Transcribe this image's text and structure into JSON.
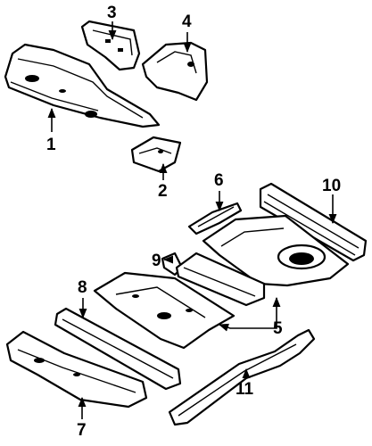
{
  "diagram": {
    "type": "exploded-parts-diagram",
    "callouts": [
      {
        "id": "c1",
        "label": "1",
        "icon": "arrow-icon"
      },
      {
        "id": "c2",
        "label": "2",
        "icon": "arrow-icon"
      },
      {
        "id": "c3",
        "label": "3",
        "icon": "arrow-icon"
      },
      {
        "id": "c4",
        "label": "4",
        "icon": "arrow-icon"
      },
      {
        "id": "c5",
        "label": "5",
        "icon": "arrow-icon"
      },
      {
        "id": "c6",
        "label": "6",
        "icon": "arrow-icon"
      },
      {
        "id": "c7",
        "label": "7",
        "icon": "arrow-icon"
      },
      {
        "id": "c8",
        "label": "8",
        "icon": "arrow-icon"
      },
      {
        "id": "c9",
        "label": "9",
        "icon": "arrow-icon"
      },
      {
        "id": "c10",
        "label": "10",
        "icon": "arrow-icon"
      },
      {
        "id": "c11",
        "label": "11",
        "icon": "arrow-icon"
      }
    ]
  }
}
